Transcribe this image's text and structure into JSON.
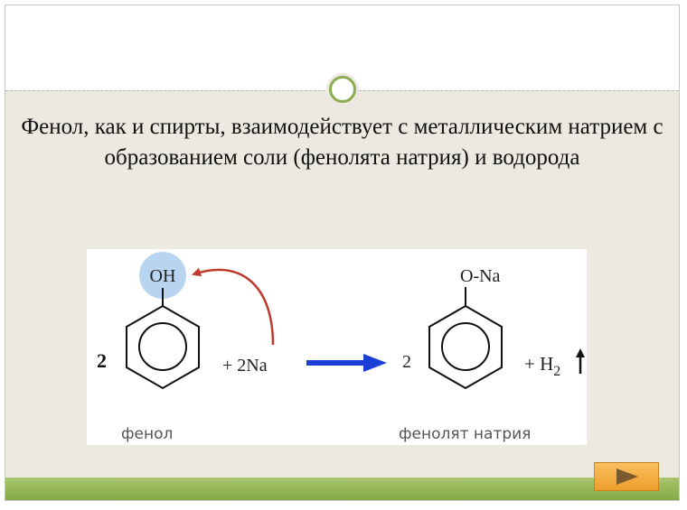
{
  "slide": {
    "title": "Фенол, как и спирты, взаимодействует с металлическим натрием с образованием соли (фенолята натрия) и водорода"
  },
  "reaction": {
    "reactant": {
      "coefficient": "2",
      "group": "OH",
      "name": "фенол"
    },
    "reagent": "+ 2Na",
    "product": {
      "coefficient": "2",
      "group": "O-Na",
      "name": "фенолят натрия"
    },
    "byproduct_plus": "+ H",
    "byproduct_subscript": "2",
    "colors": {
      "substitution_arrow": "#c0392b",
      "reaction_arrow": "#1a3fd6",
      "oh_highlight": "#b8d4f0"
    }
  },
  "navigation": {
    "next_icon": "play-triangle-icon"
  },
  "theme": {
    "accent": "#8cac52",
    "button": "#f4a93a"
  }
}
